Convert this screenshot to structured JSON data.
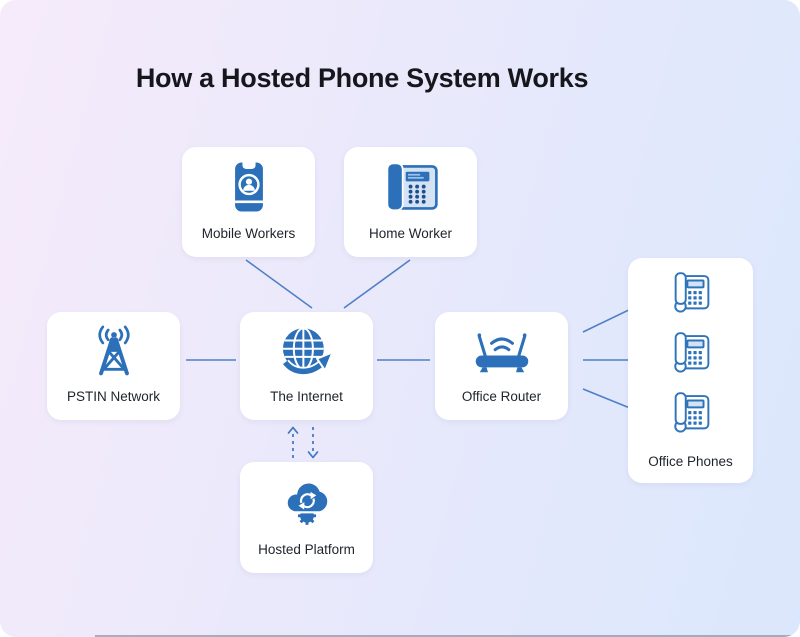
{
  "page": {
    "title": "How a Hosted Phone System Works"
  },
  "nodes": {
    "mobile_workers": {
      "label": "Mobile Workers",
      "icon": "mobile-phone-user-icon"
    },
    "home_worker": {
      "label": "Home Worker",
      "icon": "desk-phone-icon"
    },
    "pstin_network": {
      "label": "PSTIN Network",
      "icon": "radio-tower-icon"
    },
    "the_internet": {
      "label": "The Internet",
      "icon": "globe-arrow-icon"
    },
    "office_router": {
      "label": "Office Router",
      "icon": "wifi-router-icon"
    },
    "hosted_platform": {
      "label": "Hosted Platform",
      "icon": "cloud-sync-gear-icon"
    },
    "office_phones": {
      "label": "Office Phones",
      "icon": "desk-phone-outline-icon",
      "icon_count": 3
    }
  },
  "edges": [
    {
      "from": "mobile_workers",
      "to": "the_internet",
      "style": "solid"
    },
    {
      "from": "home_worker",
      "to": "the_internet",
      "style": "solid"
    },
    {
      "from": "pstin_network",
      "to": "the_internet",
      "style": "solid"
    },
    {
      "from": "the_internet",
      "to": "office_router",
      "style": "solid"
    },
    {
      "from": "office_router",
      "to": "office_phones",
      "style": "solid",
      "line": "top"
    },
    {
      "from": "office_router",
      "to": "office_phones",
      "style": "solid",
      "line": "middle"
    },
    {
      "from": "office_router",
      "to": "office_phones",
      "style": "solid",
      "line": "bottom"
    },
    {
      "from": "hosted_platform",
      "to": "the_internet",
      "style": "dashed-arrow-up"
    },
    {
      "from": "the_internet",
      "to": "hosted_platform",
      "style": "dashed-arrow-down"
    }
  ],
  "colors": {
    "background_gradient_start": "#f6ebfa",
    "background_gradient_mid": "#eae9fb",
    "background_gradient_end": "#dbe7fc",
    "card_background": "#ffffff",
    "icon_blue": "#2b70b8",
    "icon_light_blue": "#d4e2f4",
    "connector_blue": "#4e80c6",
    "title_text": "#16171c",
    "label_text": "#1e232b"
  }
}
